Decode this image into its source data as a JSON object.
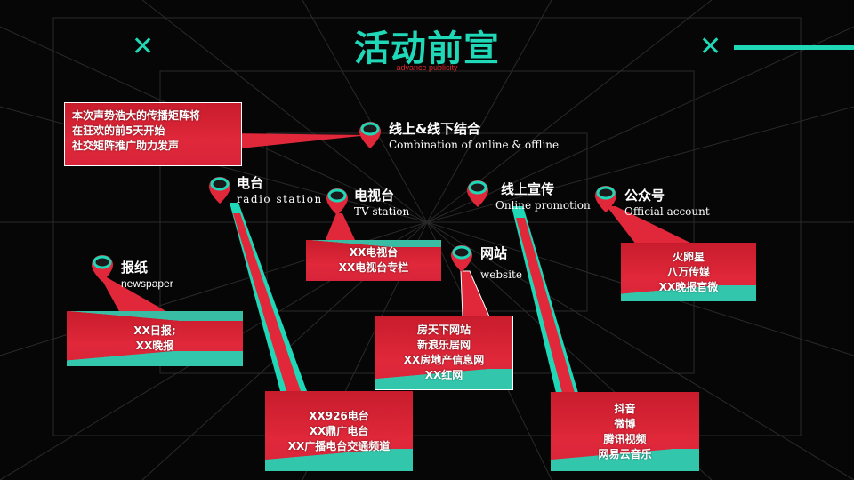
{
  "header": {
    "title": "活动前宣",
    "subtitle": "advance publicity"
  },
  "colors": {
    "accent_teal": "#1fd8b8",
    "accent_red": "#e0283a",
    "background": "#060606"
  },
  "icons": {
    "pin": "map-pin-icon",
    "decoration": "close-x-icon"
  },
  "intro_box": {
    "lines": [
      "本次声势浩大的传播矩阵将",
      "在狂欢的前5天开始",
      "社交矩阵推广助力发声"
    ]
  },
  "nodes": {
    "combination": {
      "zh": "线上&线下结合",
      "en": "Combination of online & offline"
    },
    "radio": {
      "zh": "电台",
      "en": "radio station"
    },
    "tv": {
      "zh": "电视台",
      "en": "TV station"
    },
    "online": {
      "zh": "线上宣传",
      "en": "Online promotion"
    },
    "official": {
      "zh": "公众号",
      "en": "Official account"
    },
    "newspaper": {
      "zh": "报纸",
      "en": "newspaper"
    },
    "website": {
      "zh": "网站",
      "en": "website"
    }
  },
  "boxes": {
    "tv": {
      "lines": [
        "XX电视台",
        "XX电视台专栏"
      ]
    },
    "official": {
      "lines": [
        "火卵星",
        "八万传媒",
        "XX晚报官微"
      ]
    },
    "newspaper": {
      "lines": [
        "XX日报;",
        "XX晚报"
      ]
    },
    "website": {
      "lines": [
        "房天下网站",
        "新浪乐居网",
        "XX房地产信息网",
        "XX红网"
      ]
    },
    "radio": {
      "lines": [
        "XX926电台",
        "XX鼎广电台",
        "XX广播电台交通频道"
      ]
    },
    "online": {
      "lines": [
        "抖音",
        "微博",
        "腾讯视频",
        "网易云音乐"
      ]
    }
  }
}
